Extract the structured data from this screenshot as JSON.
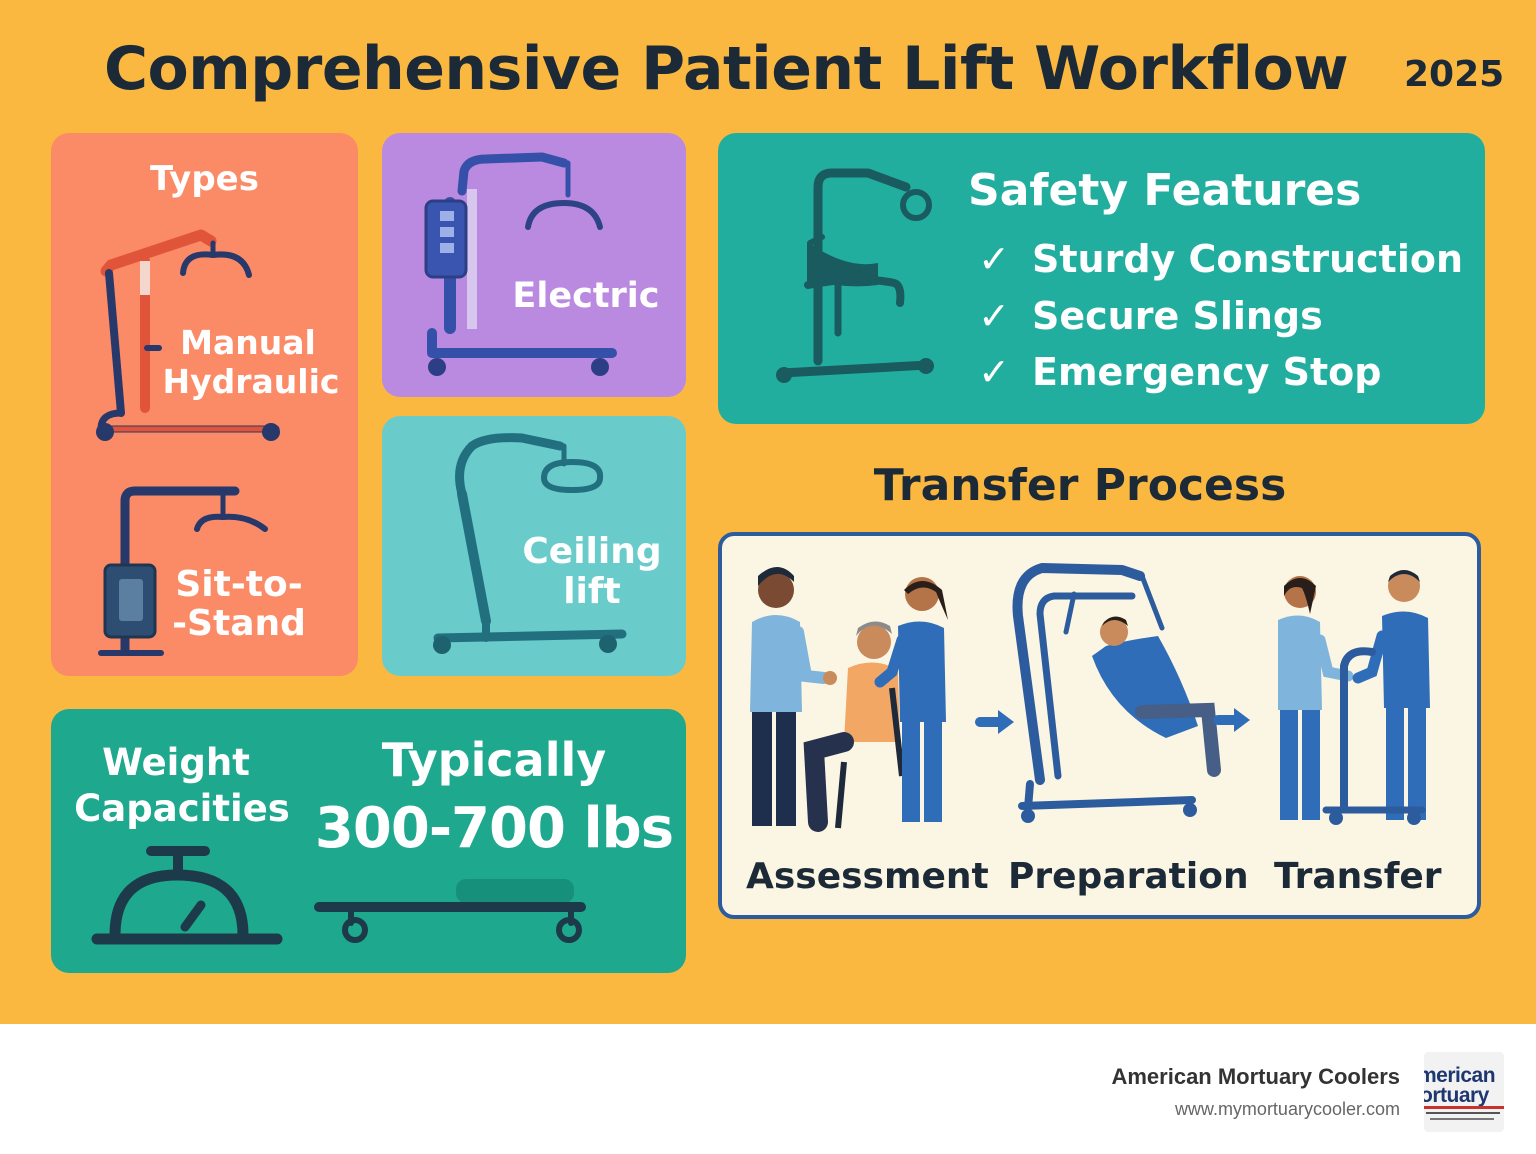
{
  "poster": {
    "title": "Comprehensive Patient Lift Workflow",
    "year": "2025"
  },
  "types_card": {
    "heading": "Types",
    "manual_line1": "Manual",
    "manual_line2": "Hydraulic",
    "sit_line1": "Sit-to-",
    "sit_line2": "-Stand"
  },
  "electric_card": {
    "label": "Electric"
  },
  "ceiling_card": {
    "line1": "Ceiling",
    "line2": "lift"
  },
  "weight_card": {
    "label_line1": "Weight",
    "label_line2": "Capacities",
    "typically": "Typically",
    "range": "300-700 lbs"
  },
  "safety_card": {
    "heading": "Safety Features",
    "check_glyph": "✓",
    "items": [
      "Sturdy Construction",
      "Secure Slings",
      "Emergency Stop"
    ]
  },
  "transfer": {
    "title": "Transfer Process",
    "steps": [
      "Assessment",
      "Preparation",
      "Transfer"
    ]
  },
  "footer": {
    "company": "American Mortuary Coolers",
    "url": "www.mymortuarycooler.com",
    "logo_line1": "merican",
    "logo_line2": "ortuary"
  },
  "colors": {
    "background": "#fbb840",
    "types": "#fb8a66",
    "electric": "#b98ae0",
    "ceiling": "#6acbcb",
    "weight": "#1ea88e",
    "safety": "#22ae9e",
    "navy": "#1c2a38",
    "blue_frame": "#2d5c9e"
  }
}
